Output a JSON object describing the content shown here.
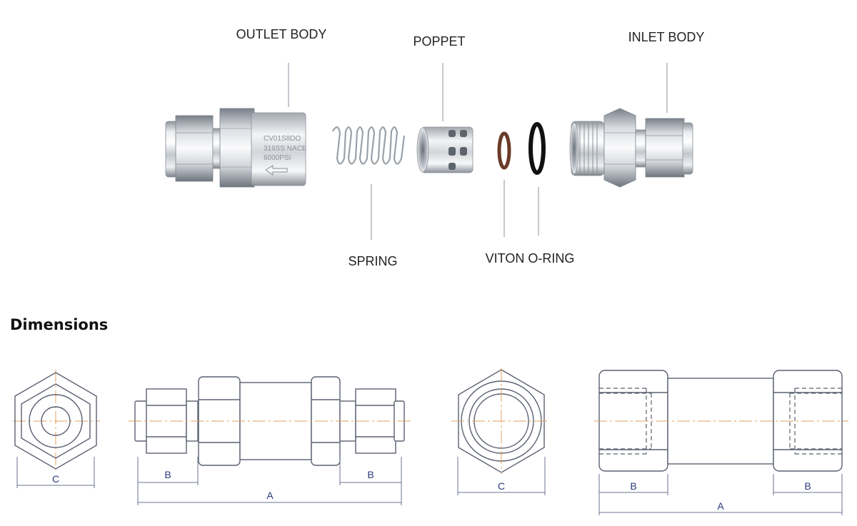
{
  "parts": {
    "outlet_body": "OUTLET BODY",
    "poppet": "POPPET",
    "inlet_body": "INLET BODY",
    "spring": "SPRING",
    "viton_oring": "VITON O-RING",
    "body_engraving": [
      "CV01S8DO",
      "316SS NACE",
      "6000PSI"
    ]
  },
  "dimensions": {
    "heading": "Dimensions",
    "tube_end": {
      "a": "A",
      "b_left": "B",
      "b_right": "B",
      "c": "C"
    },
    "pipe_end": {
      "a": "A",
      "b_left": "B",
      "b_right": "B",
      "c": "C"
    }
  },
  "colors": {
    "leader_line": "#9ca3ad",
    "dimension_text": "#2a3a7a",
    "centerline": "#e0a060",
    "o_ring_viton": "#6b3a28",
    "o_ring_black": "#111111"
  }
}
